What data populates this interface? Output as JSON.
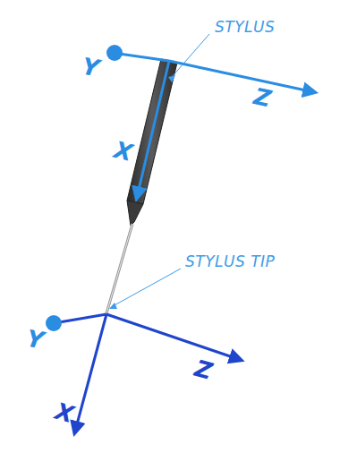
{
  "diagram": {
    "labels": [
      "STYLUS",
      "Y",
      "Z",
      "X",
      "STYLUS TIP",
      "Y",
      "Z",
      "X"
    ]
  }
}
